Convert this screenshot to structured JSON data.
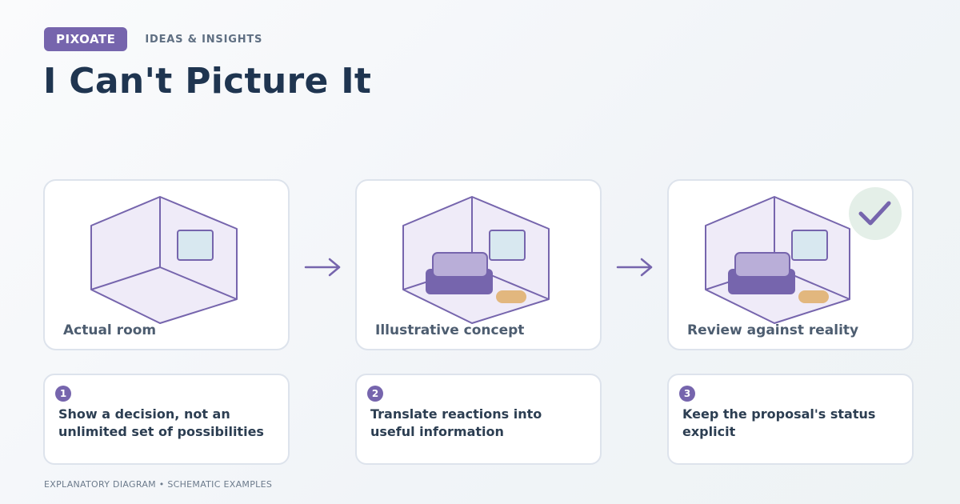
{
  "brand": {
    "badge": "PIXOATE",
    "tagline": "IDEAS & INSIGHTS"
  },
  "title": "I Can't Picture It",
  "panels": [
    {
      "caption": "Actual room",
      "furniture": false,
      "approved": false
    },
    {
      "caption": "Illustrative concept",
      "furniture": true,
      "approved": false
    },
    {
      "caption": "Review against reality",
      "furniture": true,
      "approved": true
    }
  ],
  "steps": [
    {
      "number": "1",
      "text": "Show a decision, not an unlimited set of possibilities"
    },
    {
      "number": "2",
      "text": "Translate reactions into useful information"
    },
    {
      "number": "3",
      "text": "Keep the proposal's status explicit"
    }
  ],
  "footer": "EXPLANATORY DIAGRAM • SCHEMATIC EXAMPLES",
  "colors": {
    "accent": "#7665ad",
    "room_fill": "#efebf8",
    "window": "#d8e8f0",
    "sofa_back": "#b9aed8",
    "sofa_seat": "#7665ad",
    "rug": "#e2b77e",
    "check_bg": "#e4efe8"
  },
  "icons": {
    "arrow": "arrow-right-icon",
    "check": "checkmark-icon"
  }
}
